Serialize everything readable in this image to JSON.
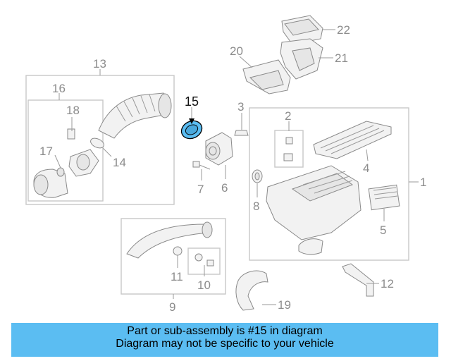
{
  "callouts": {
    "c1": "1",
    "c2": "2",
    "c3": "3",
    "c4": "4",
    "c5": "5",
    "c6": "6",
    "c7": "7",
    "c8": "8",
    "c9": "9",
    "c10": "10",
    "c11": "11",
    "c12": "12",
    "c13": "13",
    "c14": "14",
    "c15": "15",
    "c16": "16",
    "c17": "17",
    "c18": "18",
    "c19": "19",
    "c20": "20",
    "c21": "21",
    "c22": "22"
  },
  "highlight": {
    "part": "15",
    "color": "#5bbdf2"
  },
  "banner": {
    "line1": "Part or sub-assembly is #15 in diagram",
    "line2": "Diagram may not be specific to your vehicle"
  }
}
